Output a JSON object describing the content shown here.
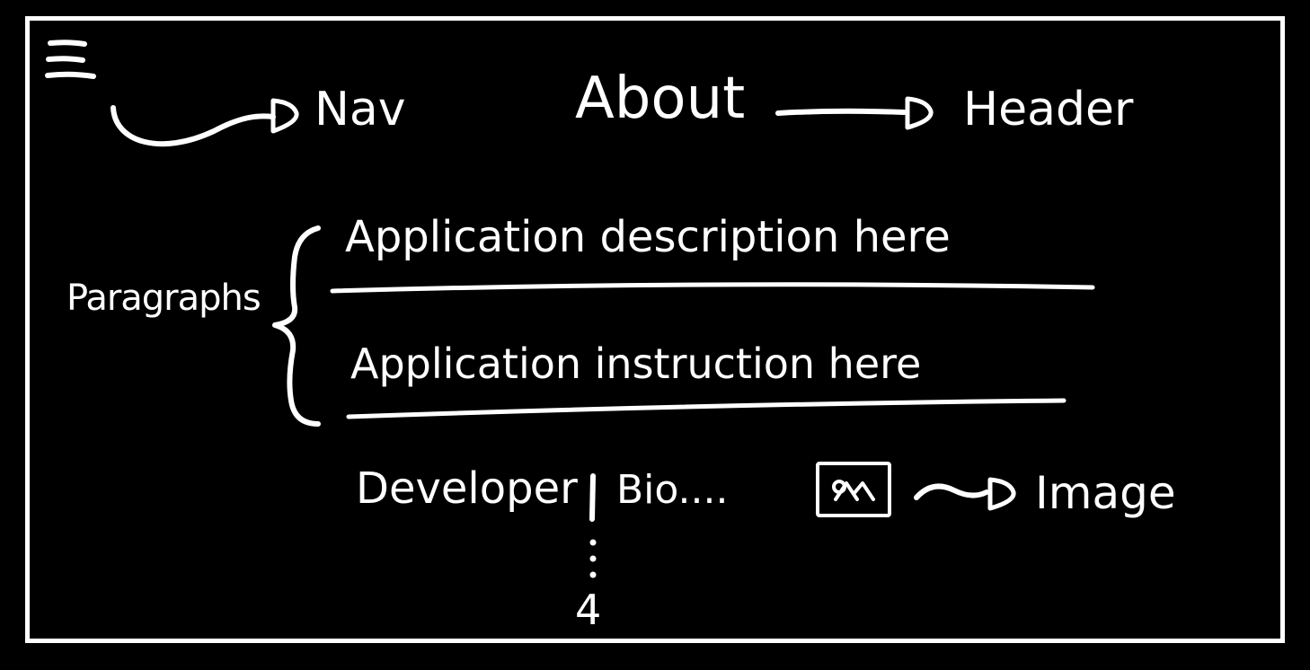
{
  "diagram": {
    "about": "About",
    "nav_label": "Nav",
    "header_label": "Header",
    "paragraphs_label": "Paragraphs",
    "description_text": "Application description here",
    "instruction_text": "Application instruction here",
    "developer_text": "Developer",
    "bio_text": "Bio....",
    "image_label": "Image",
    "developer_count": "4",
    "line_color": "#ffffff",
    "background_color": "#000000"
  }
}
